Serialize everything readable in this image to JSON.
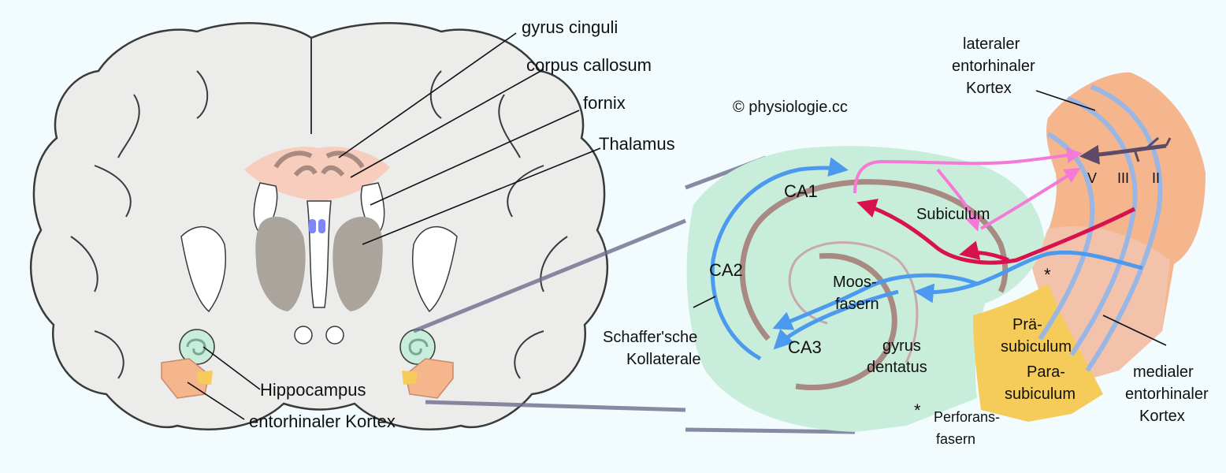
{
  "left_labels": {
    "gyrus_cinguli": "gyrus cinguli",
    "corpus_callosum": "corpus callosum",
    "fornix": "fornix",
    "thalamus": "Thalamus",
    "hippocampus": "Hippocampus",
    "entorhinaler_kortex": "entorhinaler Kortex"
  },
  "copyright": "© physiologie.cc",
  "right_labels": {
    "ca1": "CA1",
    "ca2": "CA2",
    "ca3": "CA3",
    "subiculum": "Subiculum",
    "moos_1": "Moos-",
    "moos_2": "fasern",
    "gyrus_1": "gyrus",
    "gyrus_2": "dentatus",
    "schaffer_1": "Schaffer'sche",
    "schaffer_2": "Kollaterale",
    "prae_1": "Prä-",
    "prae_2": "subiculum",
    "para_1": "Para-",
    "para_2": "subiculum",
    "lateral_1": "lateraler",
    "lateral_2": "entorhinaler",
    "lateral_3": "Kortex",
    "medial_1": "medialer",
    "medial_2": "entorhinaler",
    "medial_3": "Kortex",
    "layer_v": "V",
    "layer_iii": "III",
    "layer_ii": "II",
    "asterisk": "*",
    "perforans_star": "*",
    "perforans_1": "Perforans-",
    "perforans_2": "fasern"
  },
  "colors": {
    "background": "#f2fbfd",
    "brain_tissue": "#ececeb",
    "thalamus": "#aaa49d",
    "corpus_callosum": "#f7cdbd",
    "hippocampus_region": "#c9eddb",
    "entorhinal_cortex": "#f5b58d",
    "subiculum_region": "#f5cc59",
    "perforant_path": "#4b9af0",
    "subiculum_projection": "#d8114f",
    "ca1_projection": "#f57ad6",
    "layer_v_neuron": "#5c4a66"
  }
}
